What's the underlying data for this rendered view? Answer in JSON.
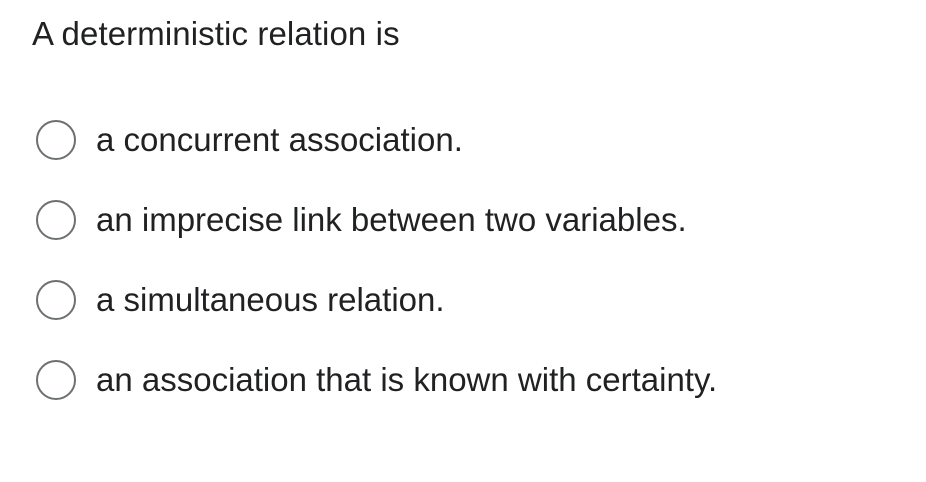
{
  "question": {
    "text": "A deterministic relation is"
  },
  "options": [
    {
      "label": "a concurrent association.",
      "selected": false
    },
    {
      "label": "an imprecise link between two variables.",
      "selected": false
    },
    {
      "label": "a simultaneous relation.",
      "selected": false
    },
    {
      "label": "an association that is known with certainty.",
      "selected": false
    }
  ],
  "colors": {
    "text": "#202122",
    "radio_border": "#6d7072",
    "background": "#ffffff"
  }
}
